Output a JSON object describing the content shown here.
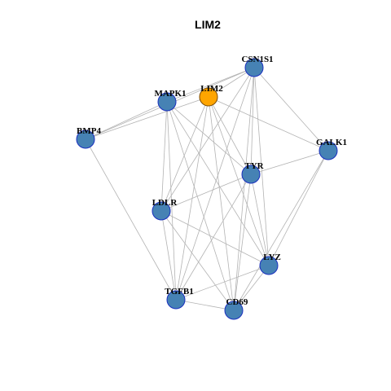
{
  "title": "LIM2",
  "colors": {
    "node_default": "#4682b4",
    "node_stroke": "#1a2fbf",
    "node_focus": "#ffa500",
    "focus_stroke": "#7a4a00",
    "edge": "#b3b3b3"
  },
  "nodes": [
    {
      "id": "CSN1S1",
      "label": "CSN1S1",
      "focus": false
    },
    {
      "id": "LIM2",
      "label": "LIM2",
      "focus": true
    },
    {
      "id": "MAPK1",
      "label": "MAPK1",
      "focus": false
    },
    {
      "id": "BMP4",
      "label": "BMP4",
      "focus": false
    },
    {
      "id": "GALK1",
      "label": "GALK1",
      "focus": false
    },
    {
      "id": "TYR",
      "label": "TYR",
      "focus": false
    },
    {
      "id": "LDLR",
      "label": "LDLR",
      "focus": false
    },
    {
      "id": "LYZ",
      "label": "LYZ",
      "focus": false
    },
    {
      "id": "TGFB1",
      "label": "TGFB1",
      "focus": false
    },
    {
      "id": "CD69",
      "label": "CD69",
      "focus": false
    }
  ],
  "edges": [
    [
      "CSN1S1",
      "LIM2"
    ],
    [
      "CSN1S1",
      "MAPK1"
    ],
    [
      "CSN1S1",
      "BMP4"
    ],
    [
      "CSN1S1",
      "GALK1"
    ],
    [
      "CSN1S1",
      "TYR"
    ],
    [
      "CSN1S1",
      "LDLR"
    ],
    [
      "CSN1S1",
      "LYZ"
    ],
    [
      "CSN1S1",
      "TGFB1"
    ],
    [
      "CSN1S1",
      "CD69"
    ],
    [
      "LIM2",
      "BMP4"
    ],
    [
      "LIM2",
      "GALK1"
    ],
    [
      "LIM2",
      "TYR"
    ],
    [
      "LIM2",
      "LDLR"
    ],
    [
      "LIM2",
      "LYZ"
    ],
    [
      "LIM2",
      "TGFB1"
    ],
    [
      "LIM2",
      "CD69"
    ],
    [
      "MAPK1",
      "BMP4"
    ],
    [
      "MAPK1",
      "TYR"
    ],
    [
      "MAPK1",
      "LDLR"
    ],
    [
      "MAPK1",
      "LYZ"
    ],
    [
      "MAPK1",
      "TGFB1"
    ],
    [
      "MAPK1",
      "CD69"
    ],
    [
      "BMP4",
      "TGFB1"
    ],
    [
      "GALK1",
      "TYR"
    ],
    [
      "GALK1",
      "LYZ"
    ],
    [
      "GALK1",
      "CD69"
    ],
    [
      "TYR",
      "LDLR"
    ],
    [
      "TYR",
      "LYZ"
    ],
    [
      "TYR",
      "TGFB1"
    ],
    [
      "TYR",
      "CD69"
    ],
    [
      "LDLR",
      "LYZ"
    ],
    [
      "LDLR",
      "TGFB1"
    ],
    [
      "LDLR",
      "CD69"
    ],
    [
      "LYZ",
      "TGFB1"
    ],
    [
      "LYZ",
      "CD69"
    ],
    [
      "TGFB1",
      "CD69"
    ]
  ]
}
